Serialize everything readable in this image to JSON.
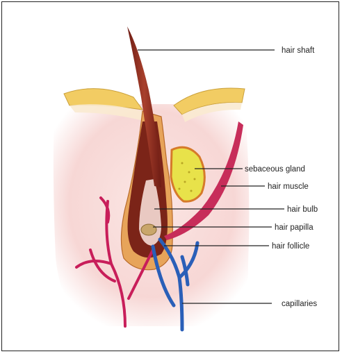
{
  "labels": {
    "hair_shaft": "hair shaft",
    "sebaceous_gland": "sebaceous gland",
    "hair_muscle": "hair muscle",
    "hair_bulb": "hair bulb",
    "hair_papilla": "hair papilla",
    "hair_follicle": "hair follicle",
    "capillaries": "capillaries"
  },
  "colors": {
    "skin": "#f7d9d7",
    "epidermis": "#f2cc63",
    "hair": "#8a2b1e",
    "follicle": "#d98d48",
    "gland": "#e8e24a",
    "muscle": "#c72d5a",
    "artery": "#c81e5a",
    "vein": "#2a5fb8"
  }
}
